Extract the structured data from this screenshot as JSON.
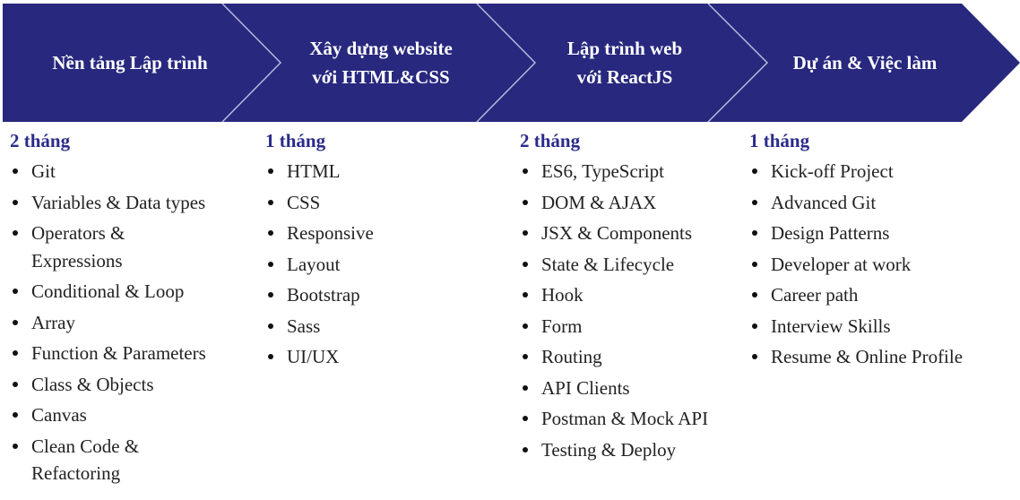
{
  "colors": {
    "banner_fill": "#28287e",
    "divider": "#b8b8dc",
    "duration_text": "#2b2b8a",
    "topic_text": "#222222"
  },
  "stages": [
    {
      "title": "Nền tảng Lập trình",
      "duration": "2 tháng",
      "topics": [
        "Git",
        "Variables & Data types",
        "Operators & Expressions",
        "Conditional & Loop",
        "Array",
        "Function & Parameters",
        "Class & Objects",
        "Canvas",
        "Clean Code & Refactoring"
      ]
    },
    {
      "title": "Xây dựng website\nvới HTML&CSS",
      "duration": "1 tháng",
      "topics": [
        "HTML",
        "CSS",
        "Responsive",
        "Layout",
        "Bootstrap",
        "Sass",
        "UI/UX"
      ]
    },
    {
      "title": "Lập trình web\nvới ReactJS",
      "duration": "2 tháng",
      "topics": [
        "ES6, TypeScript",
        "DOM & AJAX",
        "JSX & Components",
        "State & Lifecycle",
        "Hook",
        "Form",
        "Routing",
        "API Clients",
        "Postman & Mock API",
        "Testing & Deploy"
      ]
    },
    {
      "title": "Dự án & Việc làm",
      "duration": "1 tháng",
      "topics": [
        "Kick-off Project",
        "Advanced Git",
        "Design Patterns",
        "Developer at work",
        "Career path",
        "Interview Skills",
        "Resume & Online Profile"
      ]
    }
  ]
}
